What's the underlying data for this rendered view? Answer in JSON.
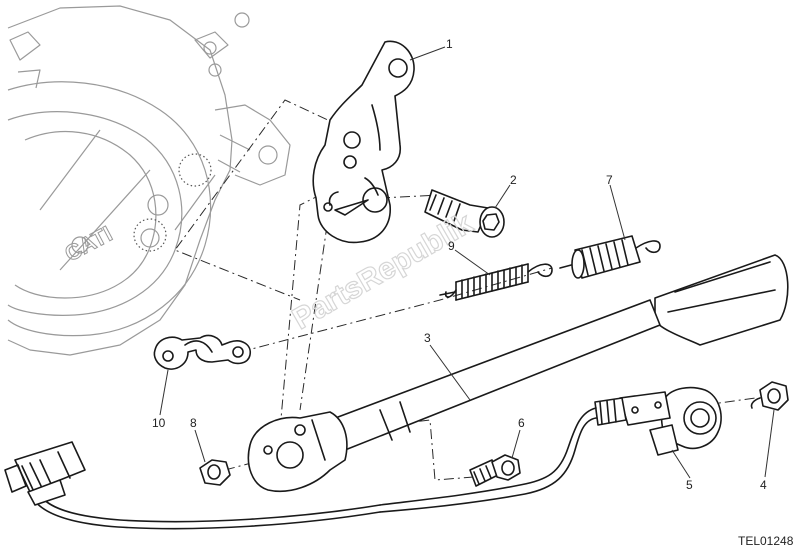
{
  "diagram": {
    "callouts": [
      {
        "id": "1",
        "label": "1"
      },
      {
        "id": "2",
        "label": "2"
      },
      {
        "id": "3",
        "label": "3"
      },
      {
        "id": "4",
        "label": "4"
      },
      {
        "id": "5",
        "label": "5"
      },
      {
        "id": "6",
        "label": "6"
      },
      {
        "id": "7",
        "label": "7"
      },
      {
        "id": "8",
        "label": "8"
      },
      {
        "id": "9",
        "label": "9"
      },
      {
        "id": "10",
        "label": "10"
      }
    ],
    "watermark": "PartsRepublik",
    "engine_logo": "CATI",
    "drawing_code": "TEL01248"
  }
}
